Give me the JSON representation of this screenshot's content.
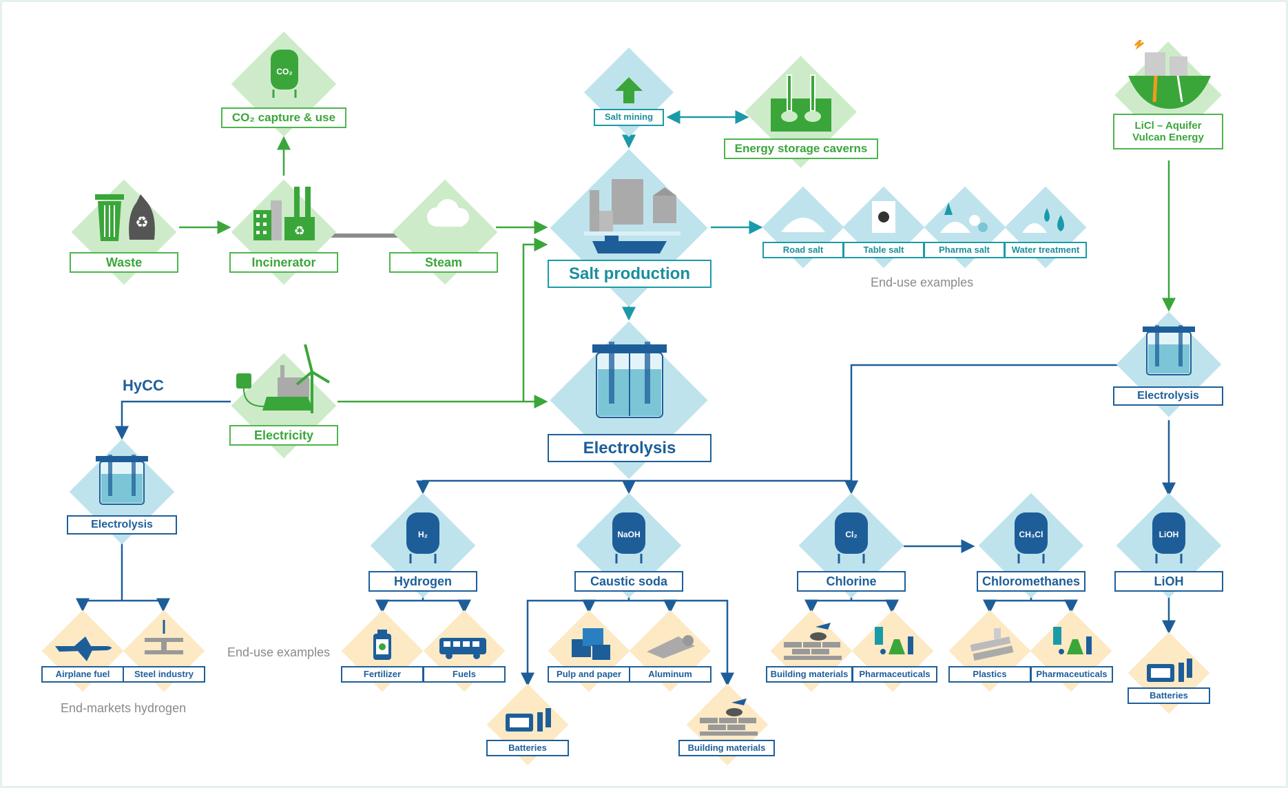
{
  "nodes": {
    "waste": "Waste",
    "incinerator": "Incinerator",
    "steam": "Steam",
    "co2_capture": "CO₂ capture & use",
    "electricity": "Electricity",
    "salt_mining": "Salt mining",
    "energy_caverns": "Energy storage caverns",
    "licl": "LiCl – Aquifer Vulcan Energy",
    "salt_production": "Salt production",
    "electrolysis_main": "Electrolysis",
    "electrolysis_right": "Electrolysis",
    "electrolysis_left": "Electrolysis",
    "hydrogen": "Hydrogen",
    "caustic_soda": "Caustic soda",
    "chlorine": "Chlorine",
    "chloromethanes": "Chloromethanes",
    "lioh": "LiOH"
  },
  "icons": {
    "co2_tank": "CO₂",
    "h2_tank": "H₂",
    "naoh_tank": "NaOH",
    "cl2_tank": "Cl₂",
    "ch3cl_tank": "CH₃Cl",
    "lioh_tank": "LiOH"
  },
  "salt_end_use": [
    "Road salt",
    "Table salt",
    "Pharma salt",
    "Water treatment"
  ],
  "end_use": {
    "airplane_fuel": "Airplane fuel",
    "steel_industry": "Steel industry",
    "fertilizer": "Fertilizer",
    "fuels": "Fuels",
    "pulp_paper": "Pulp and paper",
    "aluminum": "Aluminum",
    "batteries": "Batteries",
    "building_materials": "Building materials",
    "pharmaceuticals": "Pharmaceuticals",
    "plastics": "Plastics"
  },
  "notes": {
    "end_use_examples": "End-use examples",
    "end_markets_hydrogen": "End-markets hydrogen",
    "hycc": "HyCC"
  },
  "colors": {
    "green": "#3aa63a",
    "green_fill": "#cdebc9",
    "blue": "#1d5e99",
    "teal": "#1a9aa8",
    "blue_fill": "#bfe3ec",
    "yellow_fill": "#fde9c4"
  }
}
